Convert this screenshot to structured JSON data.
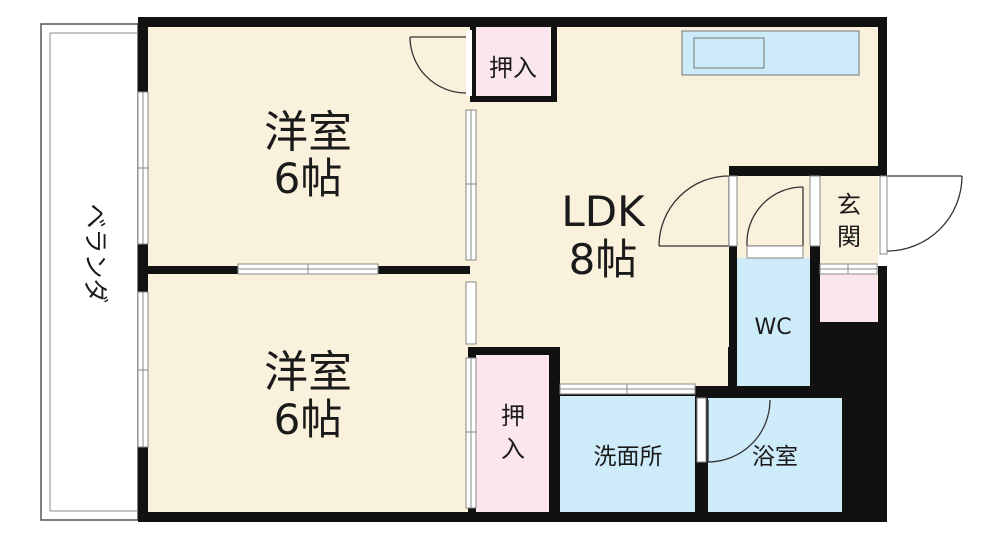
{
  "floorplan": {
    "rooms": {
      "western_room_top": {
        "name": "洋室",
        "size": "6帖"
      },
      "western_room_bottom": {
        "name": "洋室",
        "size": "6帖"
      },
      "ldk": {
        "name": "LDK",
        "size": "8帖"
      },
      "closet_top": {
        "name": "押入"
      },
      "closet_bottom": {
        "name": [
          "押",
          "入"
        ]
      },
      "entrance": {
        "name": [
          "玄",
          "関"
        ]
      },
      "wc": {
        "name": "WC"
      },
      "washroom": {
        "name": "洗面所"
      },
      "bathroom": {
        "name": "浴室"
      },
      "veranda": {
        "name": [
          "ベ",
          "ラ",
          "ン",
          "ダ"
        ]
      }
    },
    "colors": {
      "room_beige": "#faf1dc",
      "closet_pink": "#fbe6ef",
      "wet_blue": "#cdebf8",
      "wall": "#111111"
    }
  }
}
